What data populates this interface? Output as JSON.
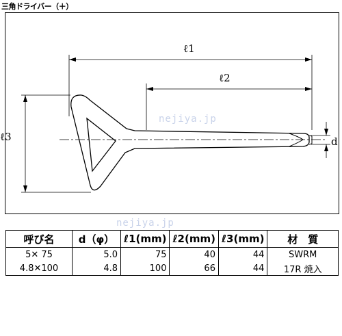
{
  "title": "三角ドライバー（＋）",
  "drawing": {
    "dim_l1": "ℓ1",
    "dim_l2": "ℓ2",
    "dim_l3": "ℓ3",
    "dim_d": "d",
    "watermark_text": "nejiya.jp"
  },
  "table": {
    "headers": [
      "呼び名",
      "d（φ）",
      "ℓ1(mm)",
      "ℓ2(mm)",
      "ℓ3(mm)",
      "材　質"
    ],
    "rows": [
      [
        "5✕ 75",
        "5.0",
        "75",
        "40",
        "44",
        "SWRM"
      ],
      [
        "4.8✕100",
        "4.8",
        "100",
        "66",
        "44",
        "17R 焼入"
      ]
    ]
  }
}
